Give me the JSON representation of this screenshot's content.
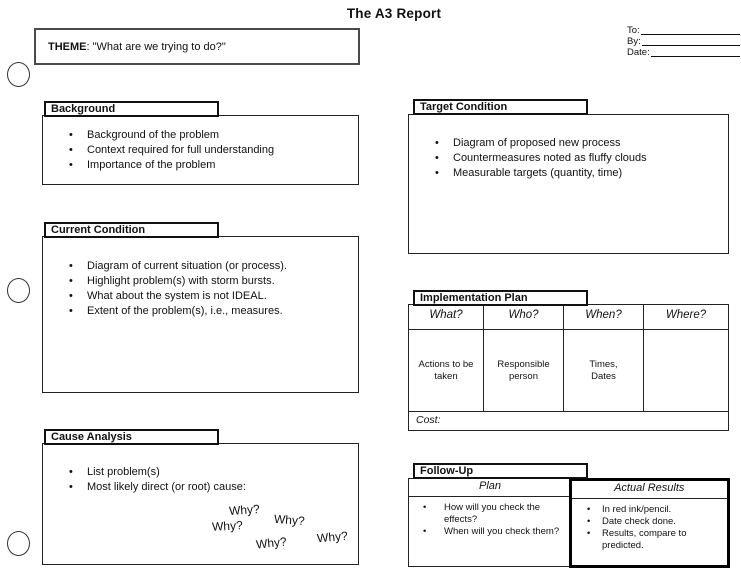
{
  "page": {
    "title": "The A3 Report"
  },
  "theme": {
    "label": "THEME",
    "text": ": \"What are we trying to do?\""
  },
  "routing": {
    "fields": [
      {
        "label": "To:"
      },
      {
        "label": "By:"
      },
      {
        "label": "Date:"
      }
    ]
  },
  "sections": {
    "background": {
      "title": "Background",
      "bullets": [
        "Background of the problem",
        "Context required for full understanding",
        "Importance of the problem"
      ]
    },
    "current_condition": {
      "title": "Current Condition",
      "bullets": [
        "Diagram of current situation (or process).",
        "Highlight problem(s) with storm bursts.",
        "What about the system is not IDEAL.",
        "Extent of the problem(s), i.e., measures."
      ]
    },
    "cause_analysis": {
      "title": "Cause Analysis",
      "bullets": [
        "List problem(s)",
        "Most likely direct (or root) cause:"
      ],
      "whys": [
        "Why?",
        "Why?",
        "Why?",
        "Why?",
        "Why?"
      ]
    },
    "target_condition": {
      "title": "Target Condition",
      "bullets": [
        "Diagram of proposed new process",
        "Countermeasures noted as fluffy clouds",
        "Measurable targets (quantity, time)"
      ]
    },
    "implementation_plan": {
      "title": "Implementation Plan",
      "columns": [
        "What?",
        "Who?",
        "When?",
        "Where?"
      ],
      "cells": [
        "Actions to be\ntaken",
        "Responsible\nperson",
        "Times,\nDates",
        ""
      ],
      "cost_label": "Cost:"
    },
    "follow_up": {
      "title": "Follow-Up",
      "plan": {
        "header": "Plan",
        "bullets": [
          "How will you check the effects?",
          "When will you check them?"
        ]
      },
      "actual_results": {
        "header": "Actual Results",
        "bullets": [
          "In red ink/pencil.",
          "Date check done.",
          "Results, compare to predicted."
        ]
      }
    }
  },
  "colors": {
    "ink": "#111111",
    "theme_border": "#4a4a4a",
    "background": "#ffffff"
  }
}
